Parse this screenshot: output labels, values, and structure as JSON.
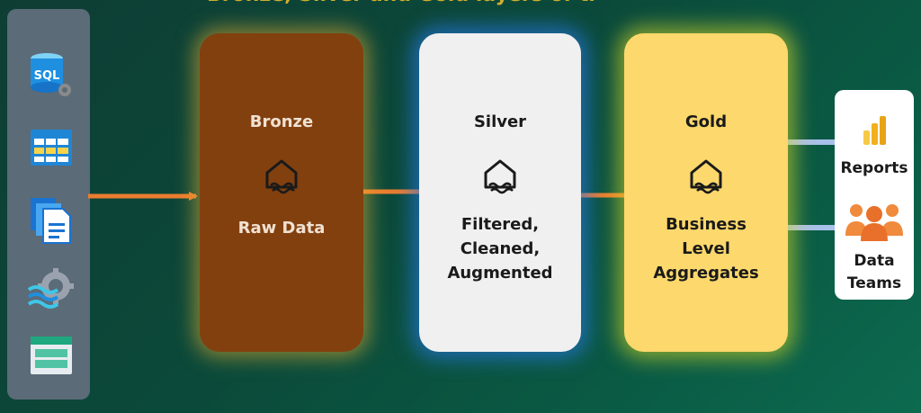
{
  "banner_partial": "Bronze, Silver and Gold layers of the Medallion",
  "sources": [
    {
      "icon": "sql-server-icon",
      "text": "SQL"
    },
    {
      "icon": "table-icon"
    },
    {
      "icon": "document-files-icon"
    },
    {
      "icon": "stream-settings-icon"
    },
    {
      "icon": "storage-icon"
    }
  ],
  "layers": [
    {
      "id": "bronze",
      "title": "Bronze",
      "desc": "Raw Data"
    },
    {
      "id": "silver",
      "title": "Silver",
      "desc": "Filtered,\nCleaned,\nAugmented"
    },
    {
      "id": "gold",
      "title": "Gold",
      "desc": "Business\nLevel\nAggregates"
    }
  ],
  "consumers": [
    {
      "icon": "power-bi-icon",
      "label": "Reports"
    },
    {
      "icon": "people-icon",
      "label": "Data\nTeams"
    }
  ],
  "colors": {
    "flow_arrow": "#ea7d2f",
    "consume_arrow": "#a9c0e8",
    "bronze": "#82400f",
    "silver": "#f0f0f0",
    "gold": "#fdd86c"
  }
}
